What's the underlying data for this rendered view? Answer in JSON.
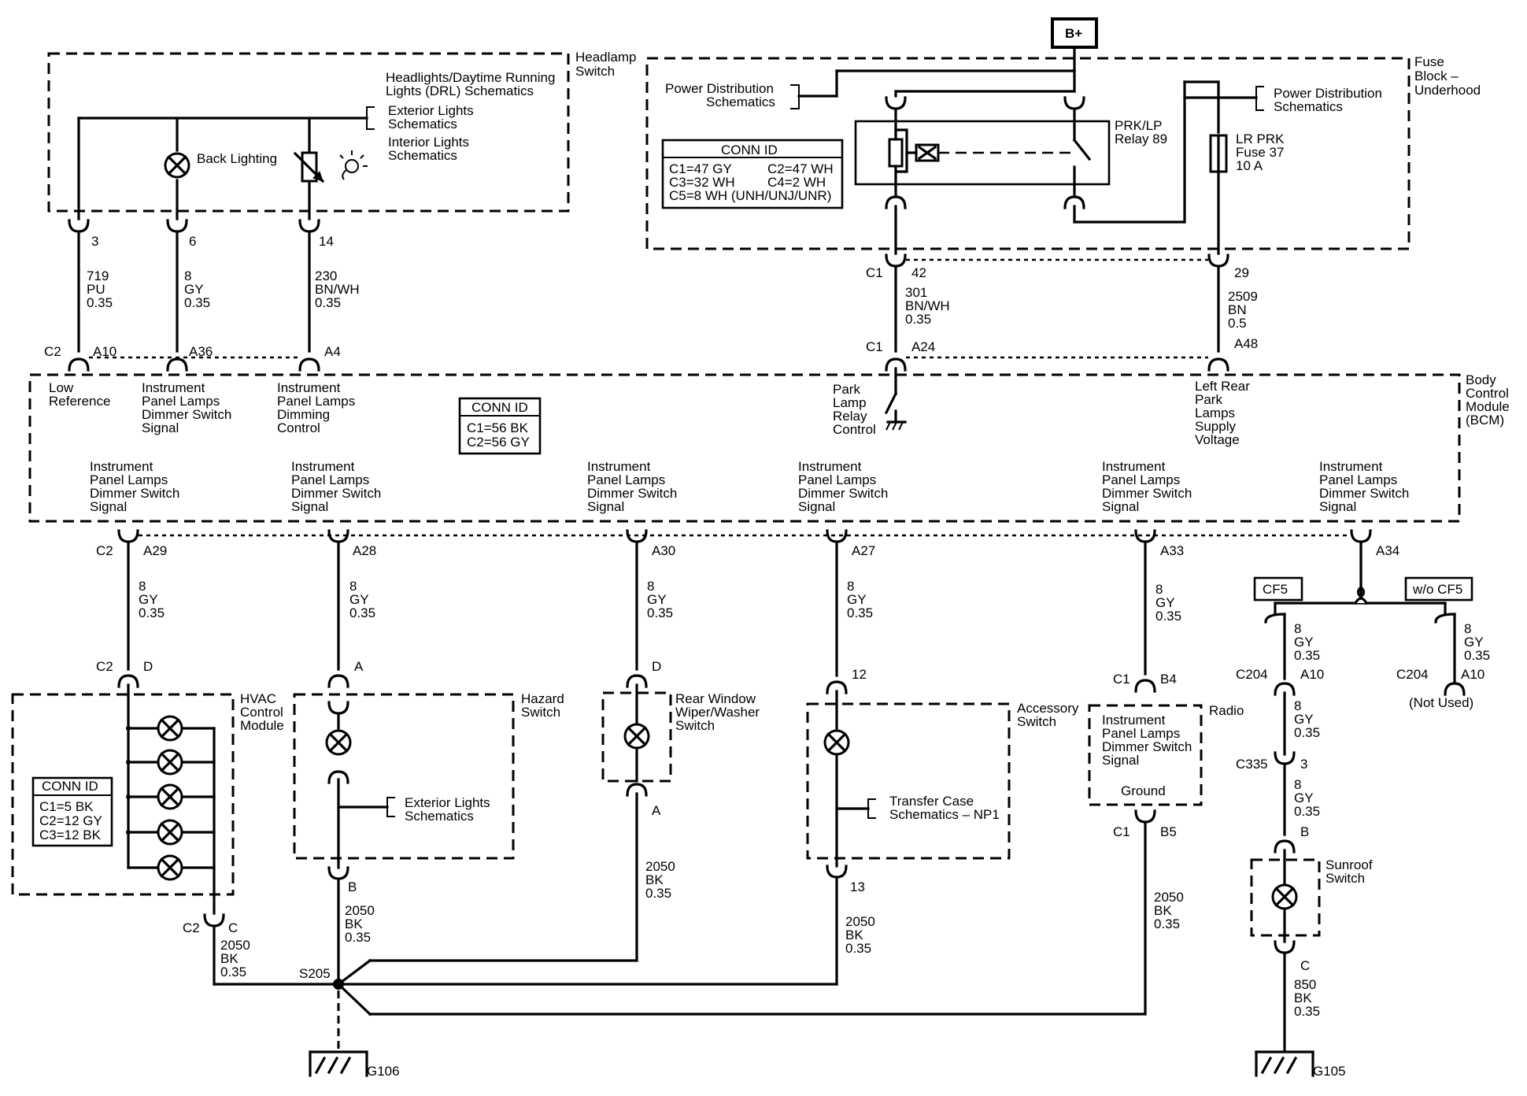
{
  "top": {
    "battery": "B+",
    "headlamp_switch": [
      "Headlamp",
      "Switch"
    ],
    "fuse_block": [
      "Fuse",
      "Block –",
      "Underhood"
    ],
    "bcm": [
      "Body",
      "Control",
      "Module",
      "(BCM)"
    ]
  },
  "headlamp": {
    "refs": [
      [
        "Headlights/Daytime Running",
        "Lights (DRL) Schematics"
      ],
      [
        "Exterior Lights",
        "Schematics"
      ],
      [
        "Interior Lights",
        "Schematics"
      ]
    ],
    "back_lighting": "Back Lighting"
  },
  "fuse_box": {
    "pd_left": [
      "Power Distribution",
      "Schematics"
    ],
    "pd_right": [
      "Power Distribution",
      "Schematics"
    ],
    "relay": [
      "PRK/LP",
      "Relay 89"
    ],
    "fuse": [
      "LR PRK",
      "Fuse 37",
      "10 A"
    ],
    "conn_id_title": "CONN ID",
    "conn_id_rows": [
      "C1=47 GY",
      "C2=47 WH",
      "C3=32 WH",
      "C4=2 WH",
      "C5=8 WH (UNH/UNJ/UNR)"
    ]
  },
  "top_circuits": [
    {
      "pin": "3",
      "wire": [
        "719",
        "PU",
        "0.35"
      ],
      "bcm_pin": "A10",
      "bcm_label": [
        "Low",
        "Reference"
      ]
    },
    {
      "pin": "6",
      "wire": [
        "8",
        "GY",
        "0.35"
      ],
      "bcm_pin": "A36",
      "bcm_label": [
        "Instrument",
        "Panel Lamps",
        "Dimmer Switch",
        "Signal"
      ]
    },
    {
      "pin": "14",
      "wire": [
        "230",
        "BN/WH",
        "0.35"
      ],
      "bcm_pin": "A4",
      "bcm_label": [
        "Instrument",
        "Panel Lamps",
        "Dimming",
        "Control"
      ]
    },
    {
      "pin": "42",
      "wire": [
        "301",
        "BN/WH",
        "0.35"
      ],
      "bcm_pin": "A24",
      "bcm_label": [
        "Park",
        "Lamp",
        "Relay",
        "Control"
      ]
    },
    {
      "pin": "29",
      "wire": [
        "2509",
        "BN",
        "0.5"
      ],
      "bcm_pin": "A48",
      "bcm_label": [
        "Left Rear",
        "Park",
        "Lamps",
        "Supply",
        "Voltage"
      ]
    }
  ],
  "conn_labels": {
    "c1": "C1",
    "c2": "C2",
    "c204": "C204",
    "c335": "C335"
  },
  "bcm_conn_id": {
    "title": "CONN ID",
    "rows": [
      "C1=56 BK",
      "C2=56 GY"
    ]
  },
  "bcm_bottom_label": [
    "Instrument",
    "Panel Lamps",
    "Dimmer Switch",
    "Signal"
  ],
  "bottom_pins": [
    "A29",
    "A28",
    "A30",
    "A27",
    "A33",
    "A34"
  ],
  "wire_8gy": [
    "8",
    "GY",
    "0.35"
  ],
  "wire_2050bk": [
    "2050",
    "BK",
    "0.35"
  ],
  "wire_850bk": [
    "850",
    "BK",
    "0.35"
  ],
  "hvac": {
    "name": [
      "HVAC",
      "Control",
      "Module"
    ],
    "pin_in": "D",
    "pin_out": "C",
    "conn_id_title": "CONN ID",
    "conn_id_rows": [
      "C1=5 BK",
      "C2=12 GY",
      "C3=12 BK"
    ]
  },
  "hazard": {
    "name": [
      "Hazard",
      "Switch"
    ],
    "pin_in": "A",
    "pin_out": "B",
    "ref": [
      "Exterior Lights",
      "Schematics"
    ]
  },
  "rear_wiper": {
    "name": [
      "Rear Window",
      "Wiper/Washer",
      "Switch"
    ],
    "pin_in": "D",
    "pin_out": "A"
  },
  "accessory": {
    "name": [
      "Accessory",
      "Switch"
    ],
    "pin_in": "12",
    "pin_out": "13",
    "ref": [
      "Transfer Case",
      "Schematics – NP1"
    ]
  },
  "radio": {
    "name": "Radio",
    "pin_in": "B4",
    "pin_out": "B5",
    "signal": [
      "Instrument",
      "Panel Lamps",
      "Dimmer Switch",
      "Signal"
    ],
    "ground": "Ground"
  },
  "sunroof": {
    "option_with": "CF5",
    "option_without": "w/o CF5",
    "pin_a10": "A10",
    "pin_3": "3",
    "pin_b": "B",
    "pin_c": "C",
    "name": [
      "Sunroof",
      "Switch"
    ],
    "not_used": "(Not Used)"
  },
  "splice": "S205",
  "grounds": [
    "G106",
    "G105"
  ]
}
